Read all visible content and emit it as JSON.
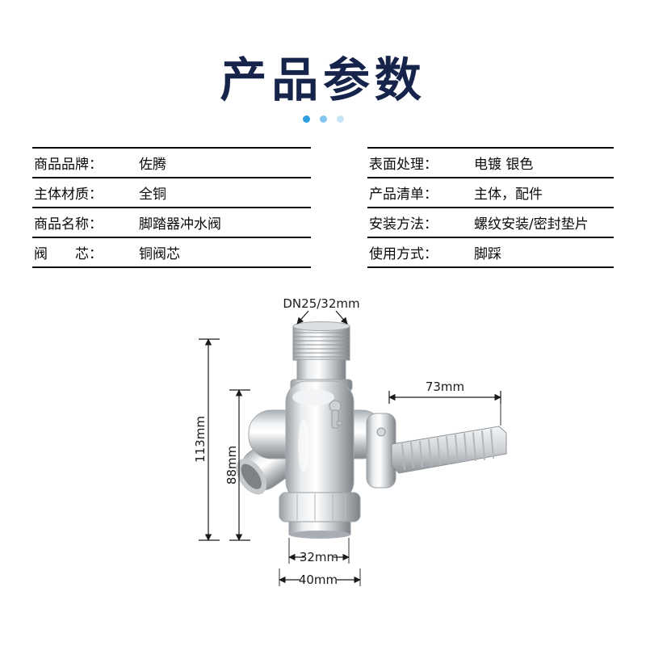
{
  "page": {
    "title": "产品参数"
  },
  "colors": {
    "title": "#16234a",
    "dots": [
      "#2f9fe0",
      "#86c6ee",
      "#c7e3f7"
    ],
    "table_line": "#0a0a0a",
    "dimension_line": "#1a1a1a",
    "chrome_accent": "#d9dde0"
  },
  "specs": {
    "left": [
      {
        "label": "商品品牌：",
        "value": "佐腾"
      },
      {
        "label": "主体材质：",
        "value": "全铜"
      },
      {
        "label": "商品名称：",
        "value": "脚踏器冲水阀"
      },
      {
        "label": "阀　　芯：",
        "value": "铜阀芯"
      }
    ],
    "right": [
      {
        "label": "表面处理：",
        "value": "电镀 银色"
      },
      {
        "label": "产品清单：",
        "value": "主体，配件"
      },
      {
        "label": "安装方法：",
        "value": "螺纹安装/密封垫片"
      },
      {
        "label": "使用方式：",
        "value": "脚踩"
      }
    ]
  },
  "dimensions": {
    "top_thread": "DN25/32mm",
    "pedal_length": "73mm",
    "total_height": "113mm",
    "body_height": "88mm",
    "outlet_width": "32mm",
    "base_width": "40mm"
  }
}
